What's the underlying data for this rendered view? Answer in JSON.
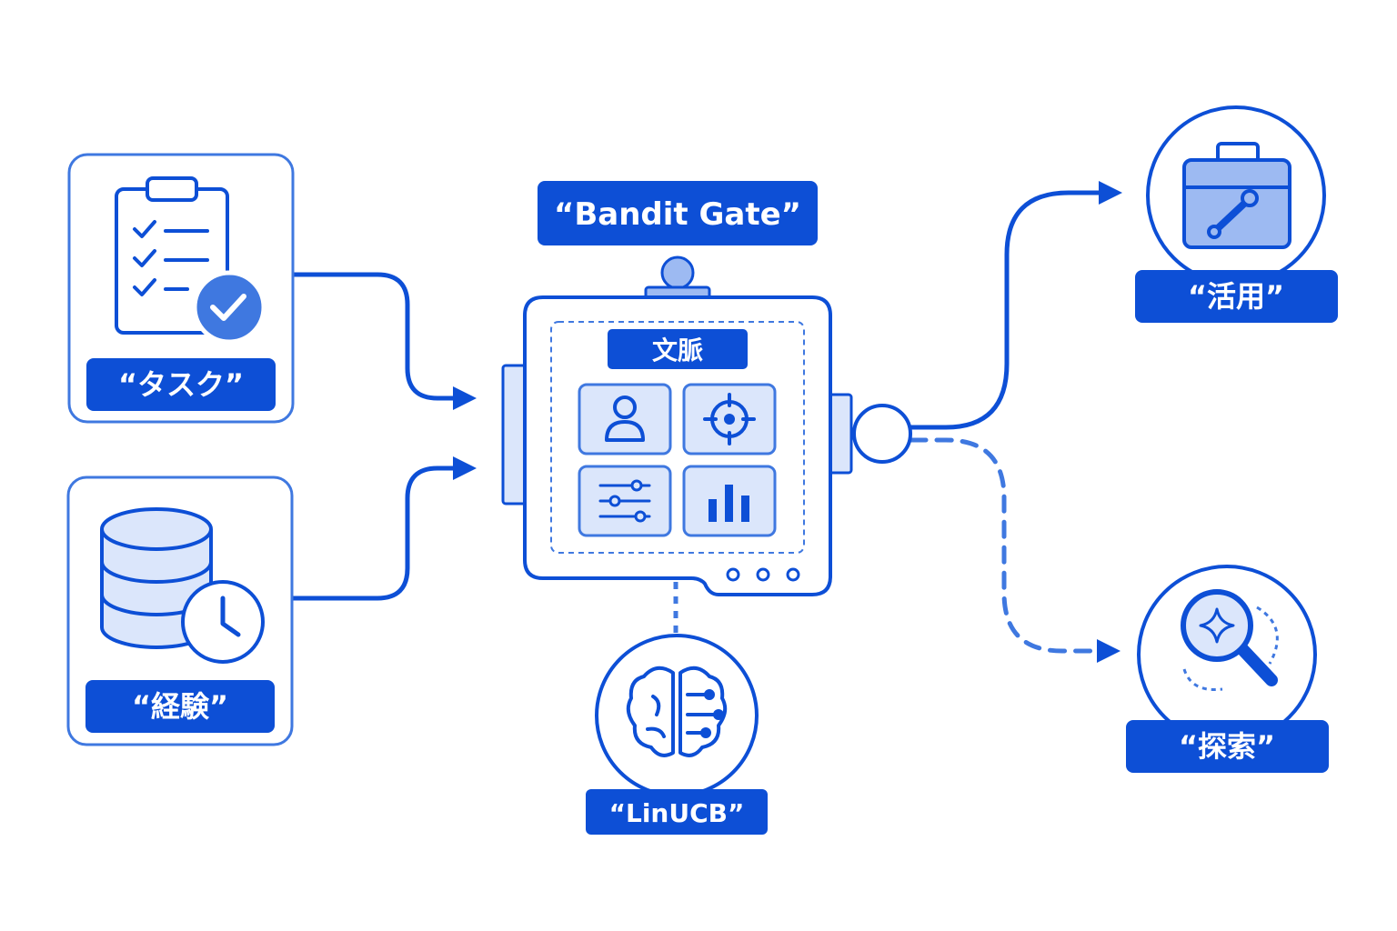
{
  "diagram": {
    "title": "“Bandit Gate”",
    "inputs": [
      {
        "label": "“タスク”",
        "icon": "clipboard-check-icon"
      },
      {
        "label": "“経験”",
        "icon": "database-clock-icon"
      }
    ],
    "gate": {
      "context_label": "文脈",
      "tiles": [
        "user-icon",
        "target-icon",
        "sliders-icon",
        "bar-chart-icon"
      ]
    },
    "model": {
      "label": "“LinUCB”",
      "icon": "brain-circuit-icon"
    },
    "outputs": [
      {
        "label": "“活用”",
        "icon": "toolbox-wrench-icon",
        "line": "solid"
      },
      {
        "label": "“探索”",
        "icon": "magnifier-sparkle-icon",
        "line": "dashed"
      }
    ],
    "colors": {
      "primary": "#0d4fd6",
      "light_fill": "#dbe6fb",
      "medium_fill": "#9dbaf2",
      "background": "#ffffff"
    }
  }
}
